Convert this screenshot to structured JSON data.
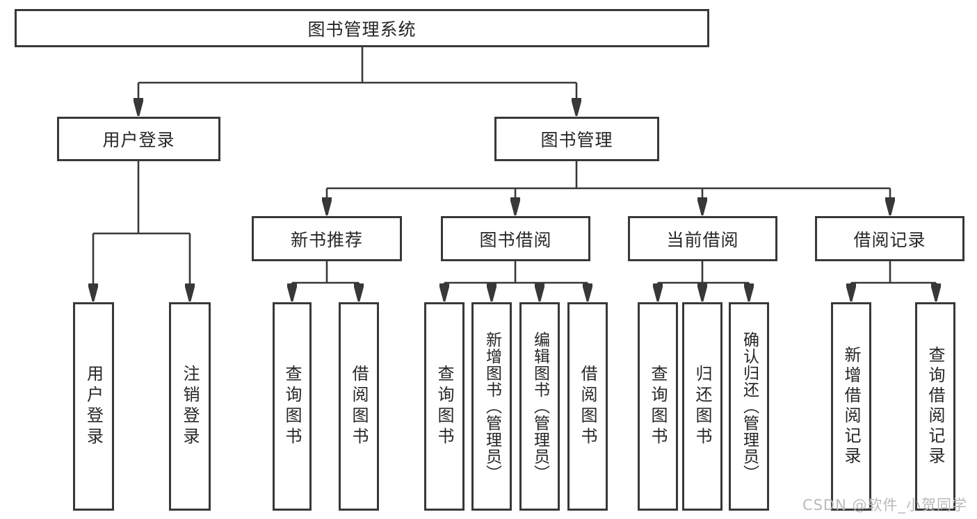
{
  "title": "图书管理系统",
  "branches": {
    "user_login": {
      "label": "用户登录",
      "children": [
        "用户登录",
        "注销登录"
      ]
    },
    "book_mgmt": {
      "label": "图书管理",
      "modules": {
        "new_book": {
          "label": "新书推荐",
          "children": [
            "查询图书",
            "借阅图书"
          ]
        },
        "borrow": {
          "label": "图书借阅",
          "children": [
            "查询图书",
            "新增图书（管理员）",
            "编辑图书（管理员）",
            "借阅图书"
          ]
        },
        "current": {
          "label": "当前借阅",
          "children": [
            "查询图书",
            "归还图书",
            "确认归还（管理员）"
          ]
        },
        "records": {
          "label": "借阅记录",
          "children": [
            "新增借阅记录",
            "查询借阅记录"
          ]
        }
      }
    }
  },
  "watermark": "CSDN @软件_小贺同学",
  "colors": {
    "line": "#383838",
    "text": "#262626",
    "watermark": "#b9b9b9",
    "background": "#ffffff"
  }
}
